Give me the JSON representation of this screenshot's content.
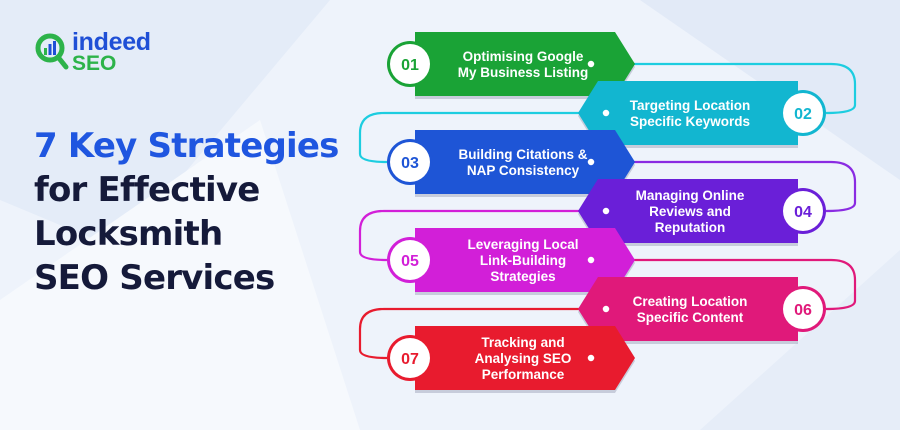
{
  "logo": {
    "brand_top": "indeed",
    "brand_bottom": "SEO"
  },
  "headline": {
    "line1": "7 Key Strategies",
    "line2": "for Effective",
    "line3": "Locksmith",
    "line4": "SEO Services"
  },
  "colors": {
    "background": "#eef3fb",
    "brand_blue": "#1f4fd6",
    "brand_green": "#2db34a",
    "headline_dark": "#151a3a"
  },
  "steps": [
    {
      "number": "01",
      "lines": [
        "Optimising Google",
        "My Business Listing"
      ],
      "color": "#1aa336",
      "line_color": "#1dcde0"
    },
    {
      "number": "02",
      "lines": [
        "Targeting Location",
        "Specific Keywords"
      ],
      "color": "#12b6d0",
      "line_color": "#1dcde0"
    },
    {
      "number": "03",
      "lines": [
        "Building Citations &",
        "NAP Consistency"
      ],
      "color": "#1e55d6",
      "line_color": "#8a2be2"
    },
    {
      "number": "04",
      "lines": [
        "Managing Online",
        "Reviews and",
        "Reputation"
      ],
      "color": "#6a1fd8",
      "line_color": "#d21fd8"
    },
    {
      "number": "05",
      "lines": [
        "Leveraging Local",
        "Link-Building",
        "Strategies"
      ],
      "color": "#d21fd8",
      "line_color": "#e0197a"
    },
    {
      "number": "06",
      "lines": [
        "Creating Location",
        "Specific Content"
      ],
      "color": "#e0197a",
      "line_color": "#e81b2e"
    },
    {
      "number": "07",
      "lines": [
        "Tracking and",
        "Analysing SEO",
        "Performance"
      ],
      "color": "#e81b2e",
      "line_color": "#e81b2e"
    }
  ]
}
